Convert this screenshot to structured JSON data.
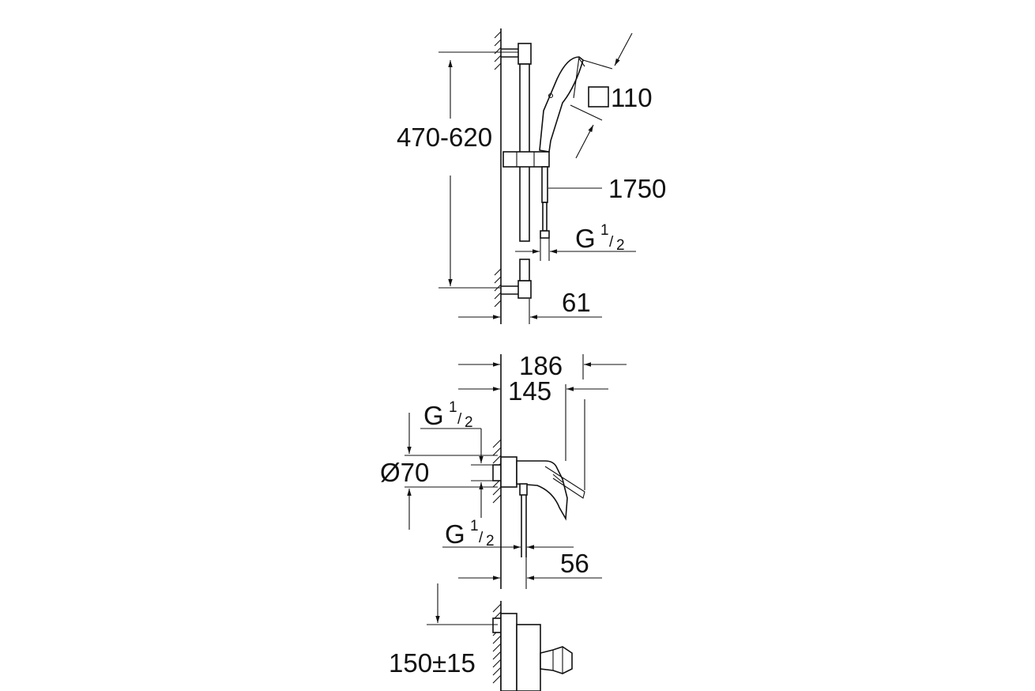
{
  "labels": {
    "rail_height": "470-620",
    "head_size": "110",
    "hose_length": "1750",
    "thread": "G",
    "thread_num": "1",
    "thread_den": "2",
    "wall_offset": "61",
    "mixer_depth_max": "186",
    "mixer_depth": "145",
    "diameter": "Ø70",
    "outlet_offset": "56",
    "height_tolerance": "150±15"
  },
  "icons": {
    "square_symbol": "square-size-icon"
  }
}
